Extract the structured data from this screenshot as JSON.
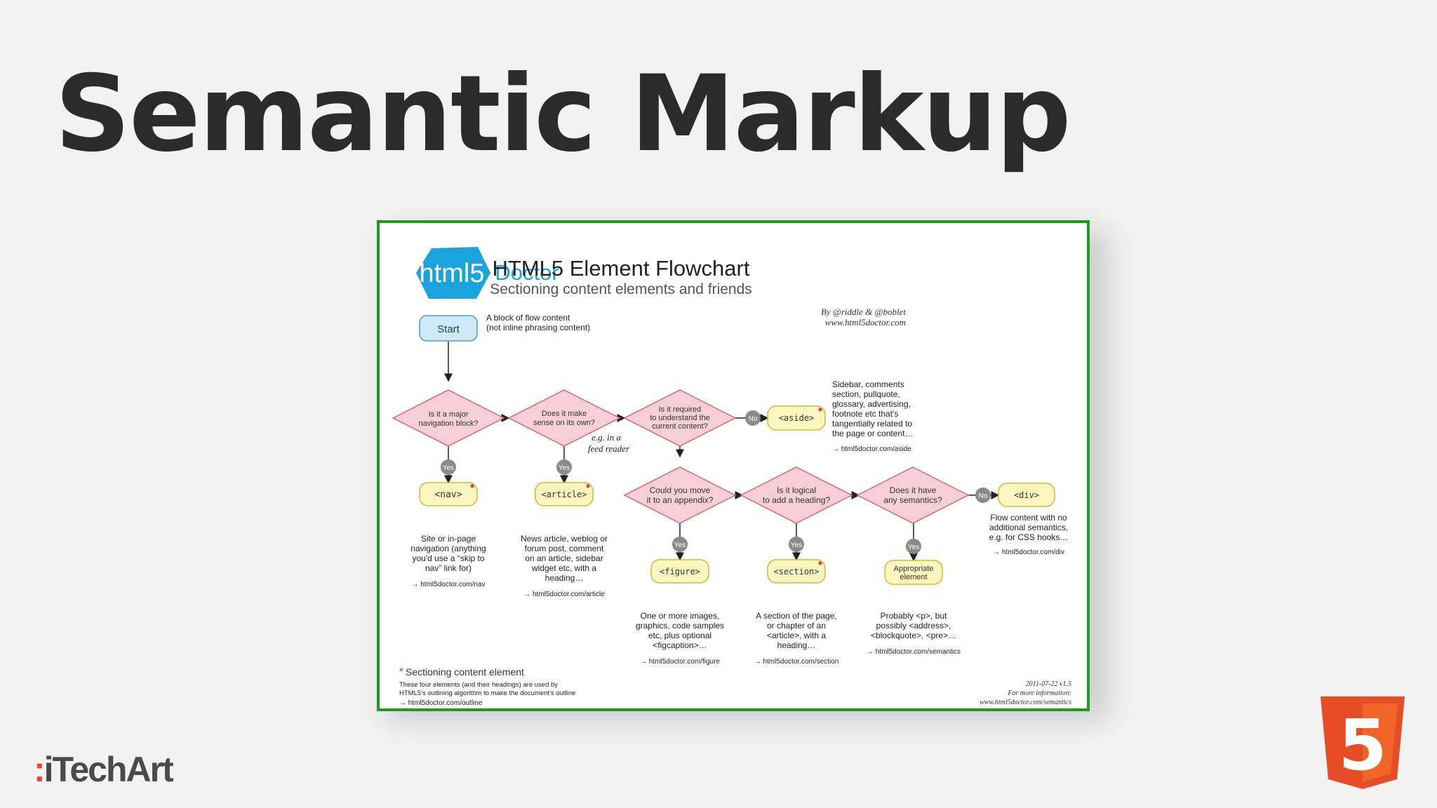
{
  "slide": {
    "title": "Semantic Markup"
  },
  "footer": {
    "logo_mark": ":",
    "logo_text": "iTechArt"
  },
  "badge": {
    "icon": "html5-shield-icon",
    "glyph": "5",
    "color": "#e44d26"
  },
  "flowchart": {
    "brand": {
      "word1": "html5",
      "word2": "Doctor"
    },
    "title": "HTML5 Element Flowchart",
    "subtitle": "Sectioning content elements and friends",
    "credits": [
      "By @riddle & @boblet",
      "www.html5doctor.com"
    ],
    "start": {
      "label": "Start",
      "note": [
        "A block of flow content",
        "(not inline phrasing content)"
      ]
    },
    "questions": {
      "q1": [
        "Is it a major",
        "navigation block?"
      ],
      "q2": [
        "Does it make",
        "sense on its own?"
      ],
      "q2_note": [
        "e.g. in a",
        "feed reader"
      ],
      "q3": [
        "Is it required",
        "to understand the",
        "current content?"
      ],
      "q4": [
        "Could you move",
        "it to an appendix?"
      ],
      "q5": [
        "Is it logical",
        "to add a heading?"
      ],
      "q6": [
        "Does it have",
        "any semantics?"
      ]
    },
    "answers": {
      "yes": "Yes",
      "no": "No"
    },
    "elements": {
      "nav": "<nav>",
      "article": "<article>",
      "aside": "<aside>",
      "figure": "<figure>",
      "section": "<section>",
      "appropriate": [
        "Appropriate",
        "element"
      ],
      "div": "<div>"
    },
    "descriptions": {
      "nav": [
        "Site or in-page",
        "navigation (anything",
        "you'd use a “skip to",
        "nav” link for)"
      ],
      "nav_link": "→ html5doctor.com/nav",
      "article": [
        "News article, weblog or",
        "forum post, comment",
        "on an article, sidebar",
        "widget etc, with a",
        "heading…"
      ],
      "article_link": "→ html5doctor.com/article",
      "aside": [
        "Sidebar, comments",
        "section, pullquote,",
        "glossary, advertising,",
        "footnote etc that's",
        "tangentially related to",
        "the page or content…"
      ],
      "aside_link": "→ html5doctor.com/aside",
      "figure": [
        "One or more images,",
        "graphics, code samples",
        "etc, plus optional",
        "<figcaption>…"
      ],
      "figure_link": "→ html5doctor.com/figure",
      "section": [
        "A section of the page,",
        "or chapter of an",
        "<article>, with a",
        "heading…"
      ],
      "section_link": "→ html5doctor.com/section",
      "semantics": [
        "Probably <p>, but",
        "possibly <address>,",
        "<blockquote>, <pre>…"
      ],
      "semantics_link": "→ html5doctor.com/semantics",
      "div": [
        "Flow content with no",
        "additional semantics,",
        "e.g. for CSS hooks…"
      ],
      "div_link": "→ html5doctor.com/div"
    },
    "legend": {
      "marker": "*",
      "title": "Sectioning content element",
      "text": [
        "These four elements (and their headings) are used by",
        "HTML5's outlining algorithm to make the document's outline"
      ],
      "link": "→ html5doctor.com/outline"
    },
    "version": [
      "2011-07-22 v1.5",
      "For more information:",
      "www.html5doctor.com/semantics"
    ],
    "colors": {
      "question": "#f6cfd6",
      "question_stroke": "#c96a7e",
      "element": "#fbf5c0",
      "element_stroke": "#c9bb3a",
      "start": "#cfe9f7",
      "start_stroke": "#4a9ec9",
      "answer": "#8a8a8a",
      "brand": "#1aa3dc"
    }
  }
}
